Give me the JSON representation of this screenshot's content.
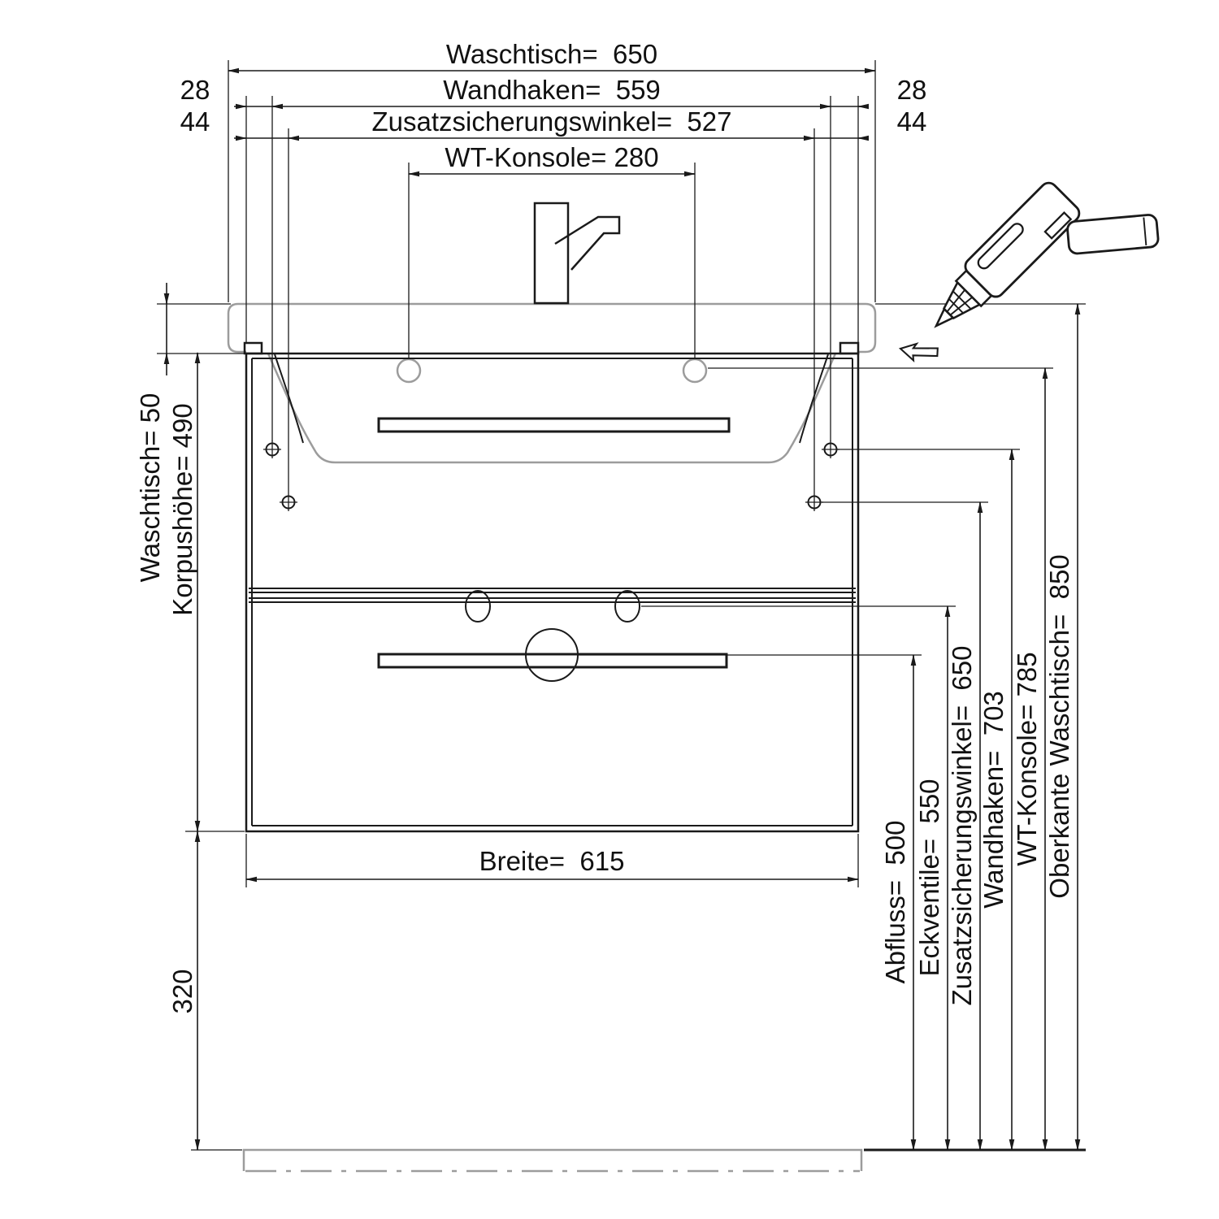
{
  "drawing_title": "Waschtisch mit Unterschrank - Montagemasse",
  "units": "mm",
  "colors": {
    "line": "#1a1a1a",
    "light_gray": "#9c9c9c",
    "background": "#ffffff"
  },
  "dim": {
    "waschtisch_w": "Waschtisch=  650",
    "wandhaken_w": "Wandhaken=  559",
    "zusatz_w": "Zusatzsicherungswinkel=  527",
    "wtkonsole_w": "WT-Konsole= 280",
    "offset28": "28",
    "offset44": "44",
    "waschtisch_h": "Waschtisch= 50",
    "korpushoehe": "Korpushöhe= 490",
    "sockel": "320",
    "breite": "Breite=  615",
    "abfluss": "Abfluss=  500",
    "eckventile": "Eckventile=  550",
    "zusatz_h": "Zusatzsicherungswinkel=  650",
    "wandhaken_h": "Wandhaken=  703",
    "wtkonsole_h": "WT-Konsole= 785",
    "oberkante": "Oberkante Waschtisch=  850"
  },
  "values": {
    "waschtisch_breite": 650,
    "wandhaken_abstand": 559,
    "zusatzsicherungswinkel_abstand": 527,
    "wt_konsole_abstand": 280,
    "seitenabstand_wandhaken": 28,
    "seitenabstand_winkel": 44,
    "waschtisch_hoehe": 50,
    "korpus_hoehe": 490,
    "sockel_hoehe": 320,
    "korpus_breite": 615,
    "abfluss_hoehe": 500,
    "eckventile_hoehe": 550,
    "zusatzsicherungswinkel_hoehe": 650,
    "wandhaken_hoehe": 703,
    "wt_konsole_hoehe": 785,
    "oberkante_waschtisch": 850
  },
  "icons": {
    "drill": "drill-icon",
    "direction_arrow": "drive-direction-arrow-icon"
  }
}
